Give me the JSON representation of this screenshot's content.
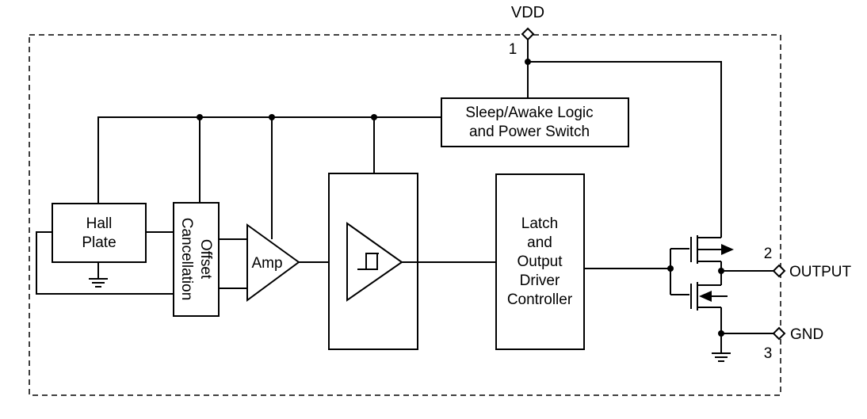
{
  "pins": {
    "vdd": {
      "name": "VDD",
      "number": "1"
    },
    "output": {
      "name": "OUTPUT",
      "number": "2"
    },
    "gnd": {
      "name": "GND",
      "number": "3"
    }
  },
  "blocks": {
    "sleep_logic": {
      "line1": "Sleep/Awake Logic",
      "line2": "and Power Switch"
    },
    "hall_plate": {
      "line1": "Hall",
      "line2": "Plate"
    },
    "offset_cancellation": {
      "line1": "Offset",
      "line2": "Cancellation"
    },
    "amp": {
      "label": "Amp"
    },
    "latch": {
      "line1": "Latch",
      "line2": "and",
      "line3": "Output",
      "line4": "Driver",
      "line5": "Controller"
    }
  }
}
